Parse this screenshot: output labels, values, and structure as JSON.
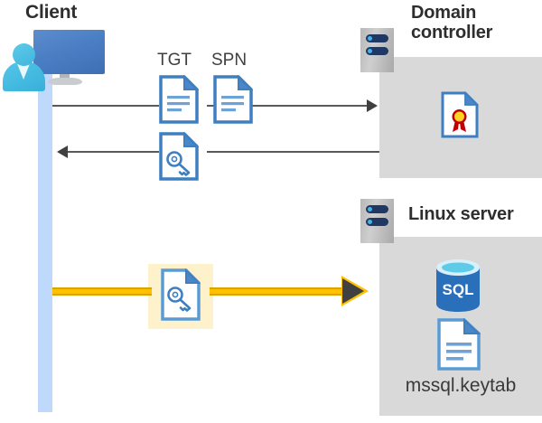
{
  "diagram": {
    "type": "kerberos-authentication-sequence",
    "background": "#ffffff",
    "nodes": {
      "client": {
        "title": "Client",
        "icon": "user-computer-icon",
        "lifeline_color": "#bed9fb"
      },
      "domain_controller": {
        "title_line1": "Domain",
        "title_line2": "controller",
        "icon": "server-icon",
        "panel_color": "#d9d9d9",
        "contents": [
          {
            "name": "certificate-document-icon",
            "label": ""
          }
        ]
      },
      "linux_server": {
        "title": "Linux server",
        "icon": "server-icon",
        "panel_color": "#d9d9d9",
        "contents": [
          {
            "name": "sql-database-icon",
            "label": "SQL"
          },
          {
            "name": "keytab-document-icon",
            "label": "mssql.keytab"
          }
        ]
      }
    },
    "messages": [
      {
        "id": "msg-1",
        "direction": "right",
        "from": "client",
        "to": "domain_controller",
        "color": "#595959",
        "style": "thin-arrow",
        "labels": [
          "TGT",
          "SPN"
        ],
        "icons": [
          "document-icon",
          "document-icon"
        ]
      },
      {
        "id": "msg-2",
        "direction": "left",
        "from": "domain_controller",
        "to": "client",
        "color": "#595959",
        "style": "thin-arrow",
        "labels": [],
        "icons": [
          "key-document-icon"
        ]
      },
      {
        "id": "msg-3",
        "direction": "right",
        "from": "client",
        "to": "linux_server",
        "color": "#ffc000",
        "style": "thick-highlight-arrow",
        "highlight_color": "#fdf2cc",
        "labels": [],
        "icons": [
          "key-document-icon"
        ]
      }
    ],
    "colors": {
      "accent_blue": "#3e7fc1",
      "panel_gray": "#d9d9d9",
      "arrow_gray": "#595959",
      "arrow_yellow": "#ffc000",
      "highlight_yellow": "#fdf2cc",
      "lifeline_blue": "#bed9fb",
      "title_text": "#2e2e2e",
      "sql_blue": "#2a6fba",
      "cert_red": "#c00000",
      "cert_gold": "#ffd700"
    }
  }
}
